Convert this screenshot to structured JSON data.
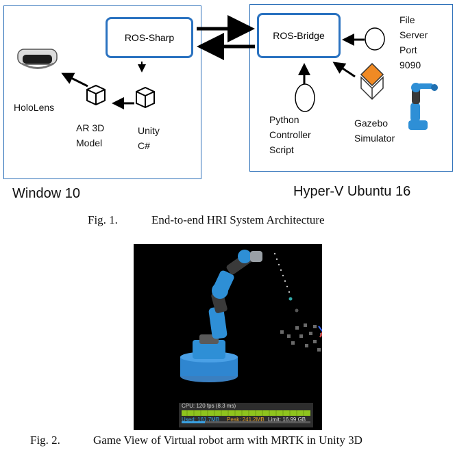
{
  "figure1": {
    "ros_sharp": "ROS-Sharp",
    "ros_bridge": "ROS-Bridge",
    "file_server": [
      "File",
      "Server",
      "Port",
      "9090"
    ],
    "hololens": "HoloLens",
    "ar_model": [
      "AR 3D",
      "Model"
    ],
    "unity": [
      "Unity",
      "C#"
    ],
    "python": [
      "Python",
      "Controller",
      "Script"
    ],
    "gazebo": [
      "Gazebo",
      "Simulator"
    ],
    "window_label": "Window 10",
    "hyperv_label": "Hyper-V Ubuntu 16",
    "caption_num": "Fig. 1.",
    "caption_text": "End-to-end HRI System Architecture"
  },
  "figure2": {
    "perf_line1": "CPU: 120 fps (8.3 ms)",
    "perf_used": "Used: 161.7MB",
    "perf_peak": "Peak: 241.2MB",
    "perf_limit": "Limit: 16.99 GB",
    "caption_num": "Fig. 2.",
    "caption_text": "Game View of Virtual robot arm with MRTK in Unity 3D"
  },
  "colors": {
    "box_border": "#2a72c0",
    "robot_blue": "#2e8fd6",
    "perf_green": "#8fc41e"
  }
}
